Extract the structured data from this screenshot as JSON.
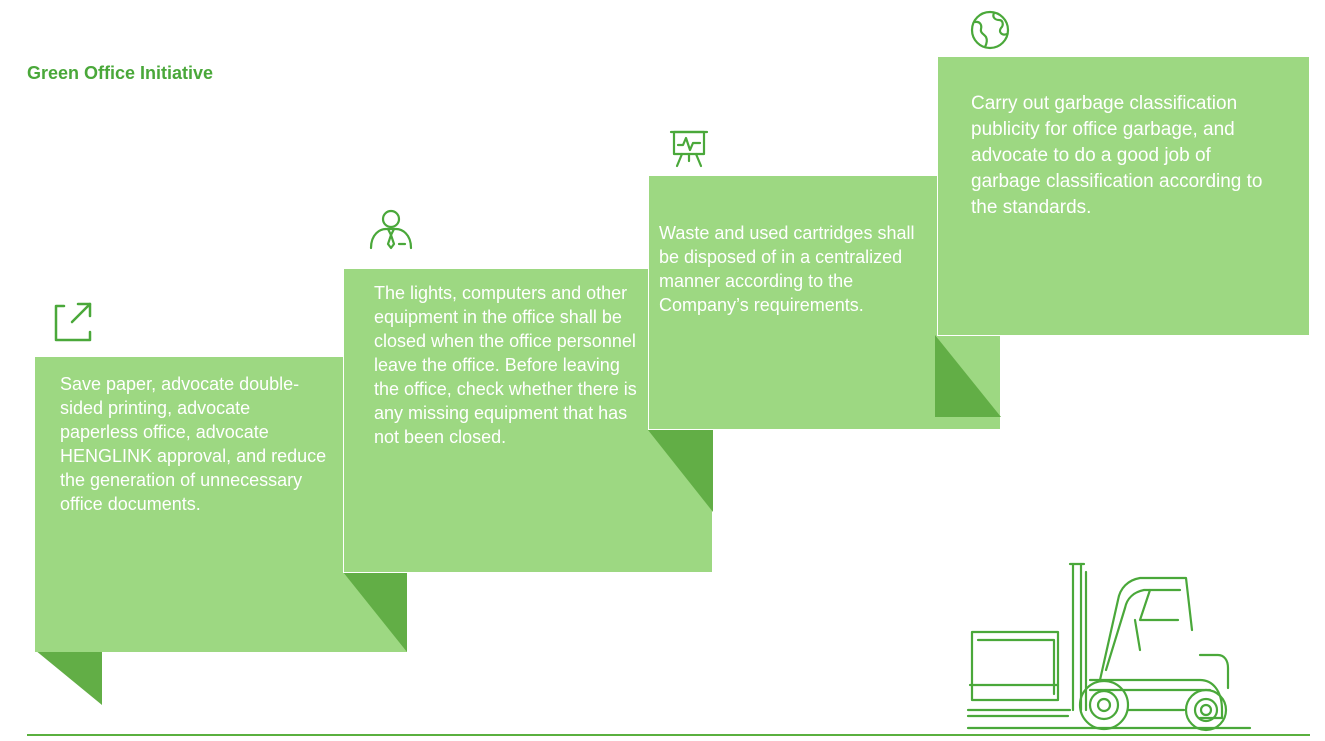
{
  "page": {
    "title": "Green Office Initiative"
  },
  "colors": {
    "title": "#4aa83a",
    "card": "#9dd882",
    "fold": "#62ae46",
    "text": "#ffffff",
    "icon": "#4aa83a"
  },
  "steps": [
    {
      "icon": "share-arrow-icon",
      "text": "Save paper, advocate double-sided printing, advocate paperless office, advocate HENGLINK approval, and reduce the generation of unnecessary office documents."
    },
    {
      "icon": "person-tie-icon",
      "text": "The lights, computers and other equipment in the office shall be closed when the office personnel leave the office. Before leaving the office, check whether there is any missing equipment that has not been closed."
    },
    {
      "icon": "presentation-board-icon",
      "text": "Waste and used cartridges shall be disposed of in a centralized manner according to the Company’s requirements."
    },
    {
      "icon": "globe-icon",
      "text": "Carry out garbage classification publicity for office garbage, and advocate to do a good job of garbage classification according to the standards."
    }
  ],
  "decoration": {
    "illustration": "forklift-illustration"
  }
}
